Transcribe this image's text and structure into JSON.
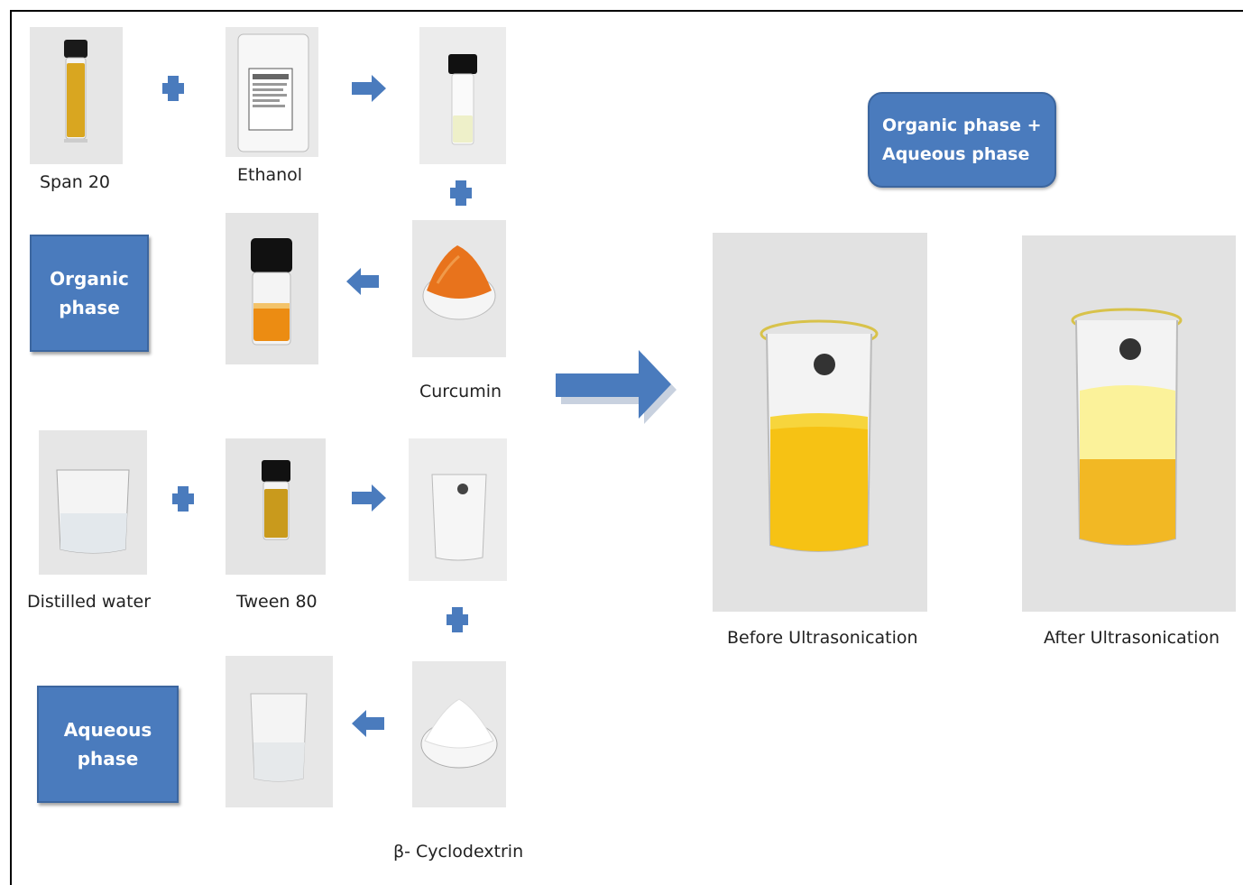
{
  "labels": {
    "span20": "Span 20",
    "ethanol": "Ethanol",
    "curcumin": "Curcumin",
    "distilled_water": "Distilled water",
    "tween80": "Tween 80",
    "beta_cyclodextrin": "β- Cyclodextrin",
    "before": "Before Ultrasonication",
    "after": "After Ultrasonication"
  },
  "boxes": {
    "organic_line1": "Organic",
    "organic_line2": "phase",
    "aqueous_line1": "Aqueous",
    "aqueous_line2": "phase",
    "combined_line1": "Organic phase +",
    "combined_line2": "Aqueous phase"
  },
  "colors": {
    "box_blue": "#4a7bbd",
    "arrow_blue": "#4a7bbd",
    "curcumin_orange": "#e8731c",
    "emulsion_yellow": "#f5c518"
  }
}
